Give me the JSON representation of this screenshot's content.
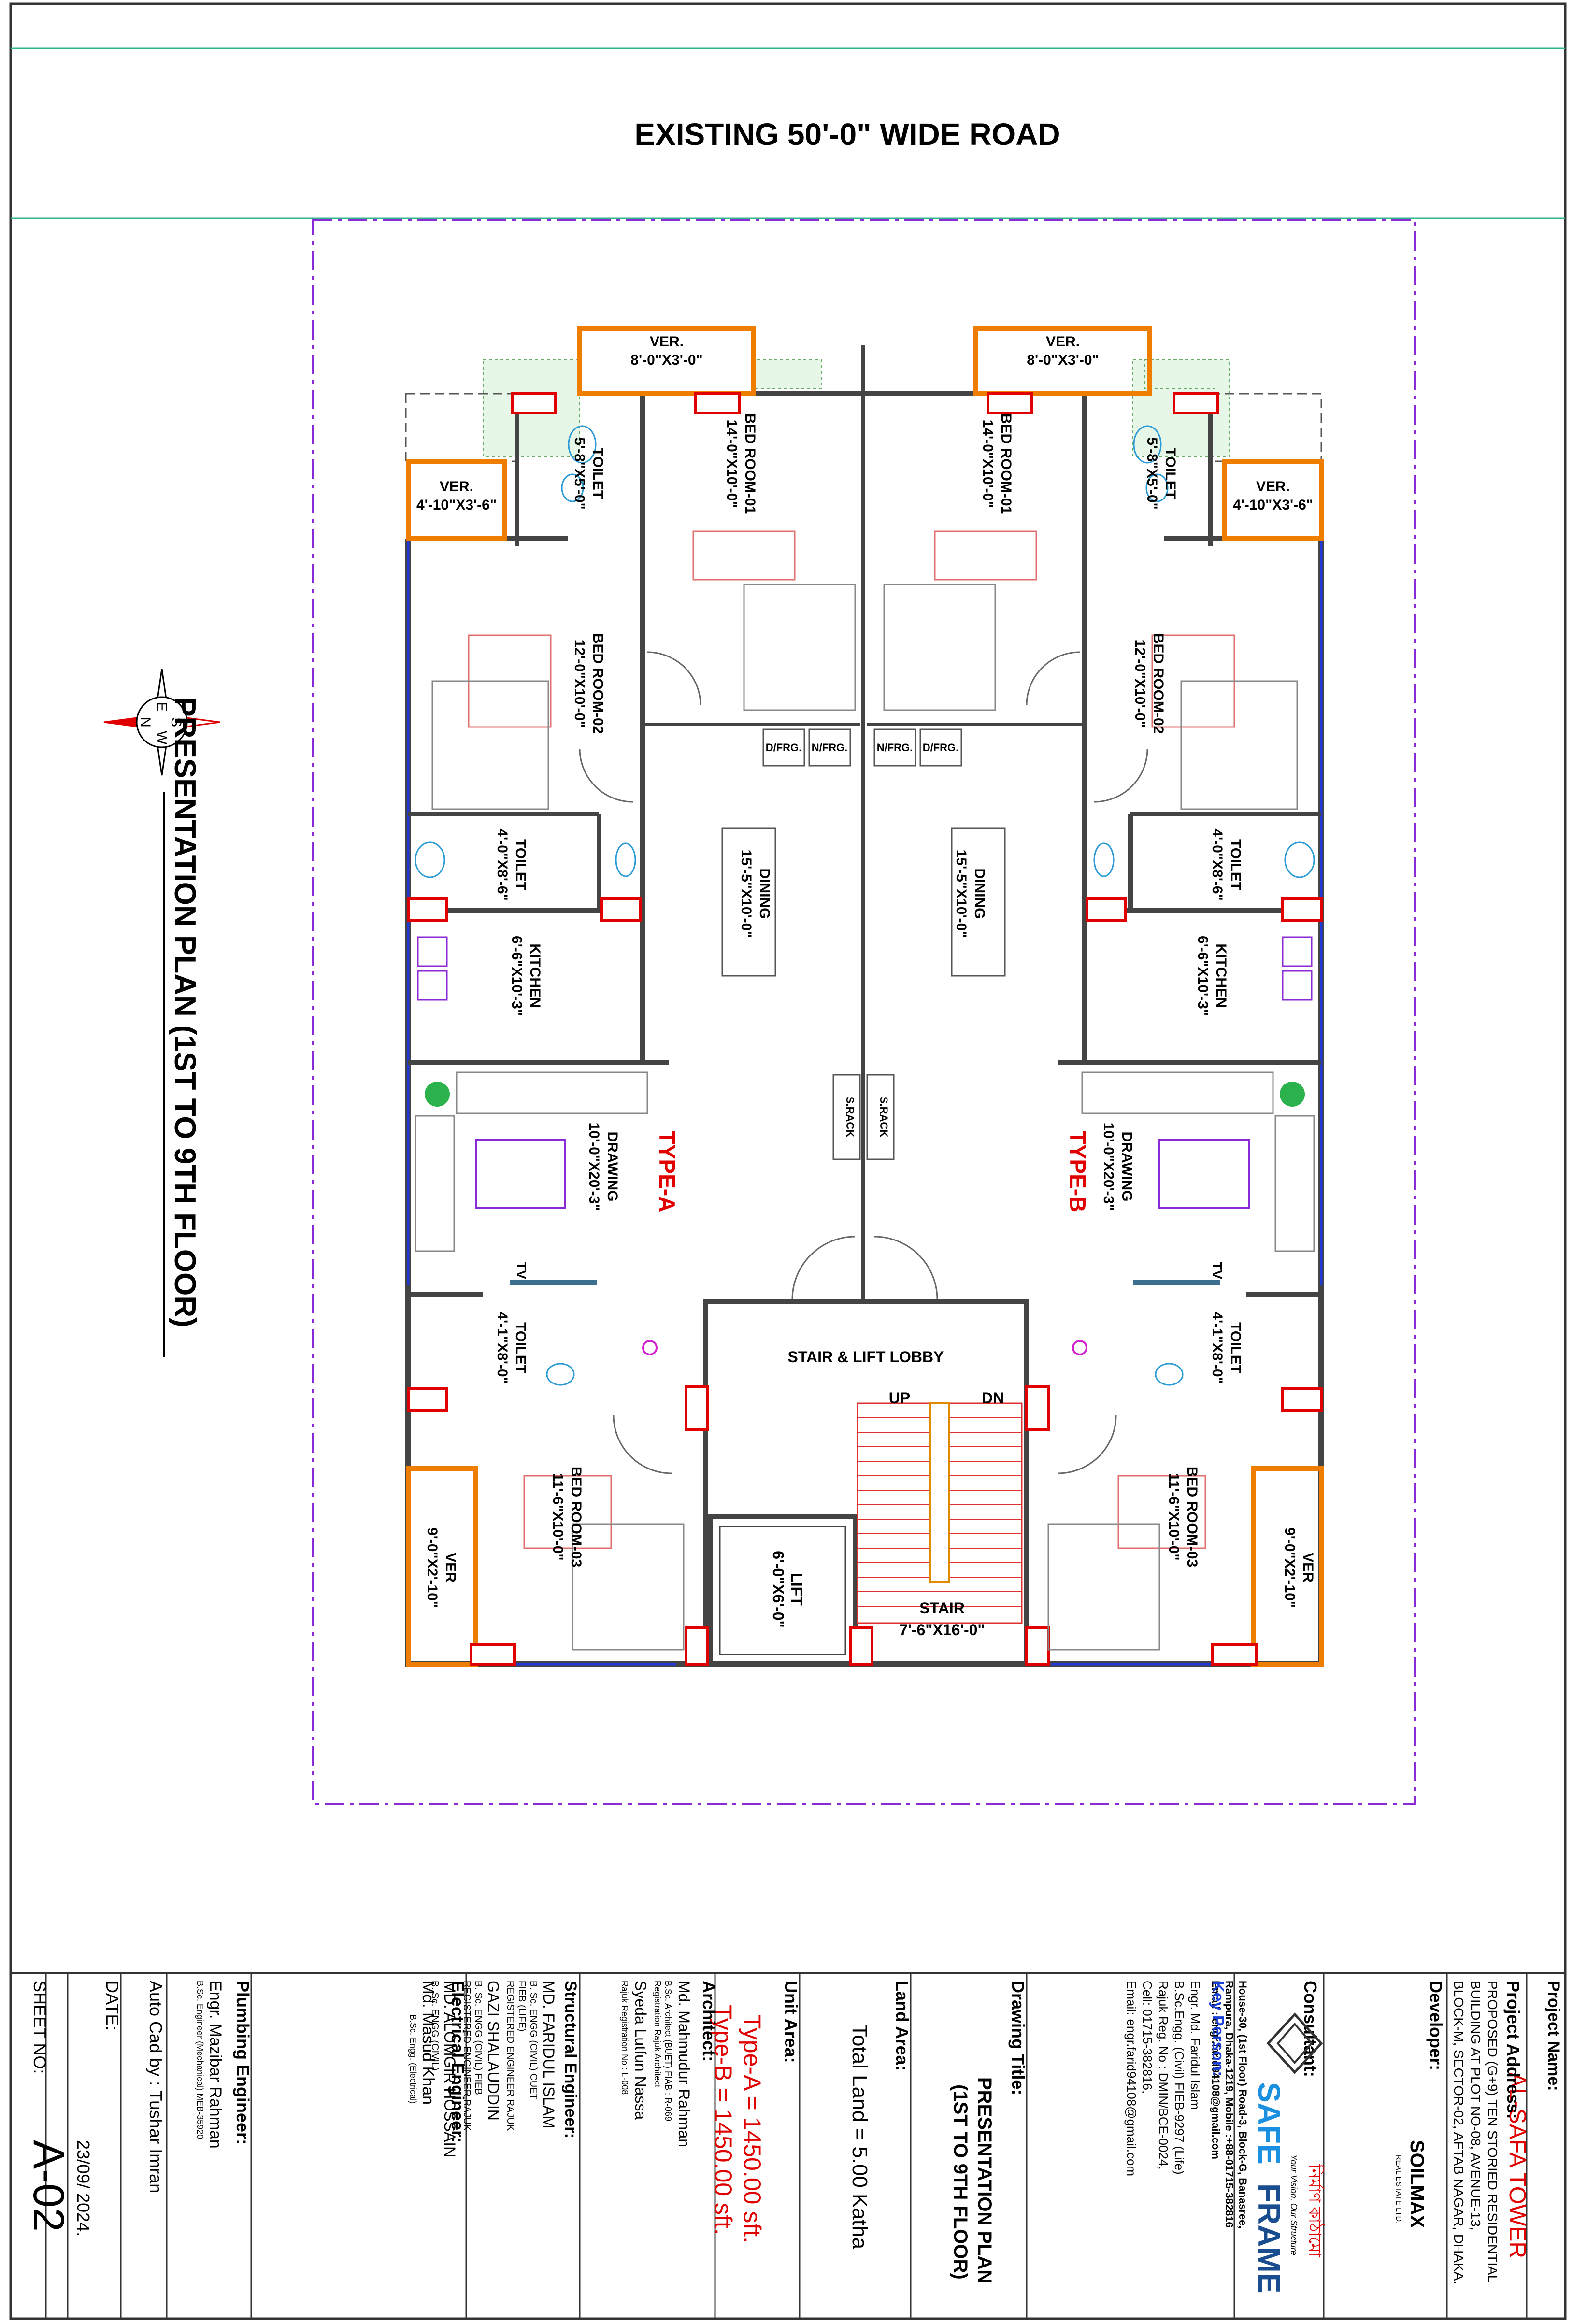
{
  "road": {
    "label": "EXISTING 50'-0\" WIDE ROAD"
  },
  "plan_title": "PRESENTATION PLAN (1ST TO 9TH FLOOR)",
  "compass": {
    "n": "N",
    "s": "S",
    "e": "E",
    "w": "W"
  },
  "unit_a": {
    "type_label": "TYPE-A",
    "rooms": [
      {
        "name": "VER.",
        "dim": "8'-0\"X3'-0\""
      },
      {
        "name": "VER.",
        "dim": "4'-10\"X3'-6\""
      },
      {
        "name": "TOILET",
        "dim": "5'-8\"X5'-0\""
      },
      {
        "name": "BED ROOM-01",
        "dim": "14'-0\"X10'-0\""
      },
      {
        "name": "BED ROOM-02",
        "dim": "12'-0\"X10'-0\""
      },
      {
        "name": "TOILET",
        "dim": "4'-0\"X8'-6\""
      },
      {
        "name": "DINING",
        "dim": "15'-5\"X10'-0\""
      },
      {
        "name": "KITCHEN",
        "dim": "6'-6\"X10'-3\""
      },
      {
        "name": "DRAWING",
        "dim": "10'-0\"X20'-3\""
      },
      {
        "name": "TOILET",
        "dim": "4'-1\"X8'-0\""
      },
      {
        "name": "BED ROOM-03",
        "dim": "11'-6\"X10'-0\""
      },
      {
        "name": "VER",
        "dim": "9'-0\"X2'-10\""
      }
    ],
    "fridges": [
      "D/FRG.",
      "N/FRG."
    ],
    "rack": "S.RACK",
    "tv": "TV"
  },
  "unit_b": {
    "type_label": "TYPE-B",
    "rooms": [
      {
        "name": "VER.",
        "dim": "8'-0\"X3'-0\""
      },
      {
        "name": "VER.",
        "dim": "4'-10\"X3'-6\""
      },
      {
        "name": "TOILET",
        "dim": "5'-8\"X5'-0\""
      },
      {
        "name": "BED ROOM-01",
        "dim": "14'-0\"X10'-0\""
      },
      {
        "name": "BED ROOM-02",
        "dim": "12'-0\"X10'-0\""
      },
      {
        "name": "TOILET",
        "dim": "4'-0\"X8'-6\""
      },
      {
        "name": "DINING",
        "dim": "15'-5\"X10'-0\""
      },
      {
        "name": "KITCHEN",
        "dim": "6'-6\"X10'-3\""
      },
      {
        "name": "DRAWING",
        "dim": "10'-0\"X20'-3\""
      },
      {
        "name": "TOILET",
        "dim": "4'-1\"X8'-0\""
      },
      {
        "name": "BED ROOM-03",
        "dim": "11'-6\"X10'-0\""
      },
      {
        "name": "VER",
        "dim": "9'-0\"X2'-10\""
      }
    ],
    "fridges": [
      "N/FRG.",
      "D/FRG."
    ],
    "rack": "S.RACK",
    "tv": "TV"
  },
  "core": {
    "lobby": "STAIR & LIFT LOBBY",
    "up": "UP",
    "dn": "DN",
    "lift": "LIFT",
    "lift_dim": "6'-0\"X6'-0\"",
    "stair": "STAIR",
    "stair_dim": "7'-6\"X16'-0\""
  },
  "title_block": {
    "project_name_label": "Project Name:",
    "project_name": "AL-SAFA TOWER",
    "project_address_label": "Project Address:",
    "project_address_lines": [
      "PROPOSED (G+9) TEN STORIED RESIDENTIAL",
      "BUILDING AT PLOT NO-08, AVENUE-13,",
      "BLOCK-M, SECTOR-02, AFTAB NAGAR, DHAKA."
    ],
    "developer_label": "Developer:",
    "developer_name": "SOILMAX",
    "developer_sub": "REAL ESTATE LTD.",
    "consultant_label": "Consultant:",
    "consultant_bangla": "নির্মাণ কাঠামো",
    "consultant_tagline": "Your Vision, Our Structure",
    "consultant_logo_word1": "SAFE",
    "consultant_logo_word2": "FRAME",
    "consultant_address_lines": [
      "House-30, (1st Floor) Road-3, Block-G, Banasree,",
      "Rampura, Dhaka-1219, Mobile :+88-01715-382816",
      "Email : engr.farid94108@gmail.com"
    ],
    "key_person_label": "Key Person:",
    "key_person_lines": [
      "Engr. Md. Faridul Islam",
      "B.Sc.Engg. (Civil) FIEB-9297 (Life)",
      "Rajuk Reg. No : DMIN/BCE-0024,",
      "Cell: 01715-382816,",
      "Email: engr.farid94108@gmail.com"
    ],
    "drawing_title_label": "Drawing Title:",
    "drawing_title_lines": [
      "PRESENTATION PLAN",
      "(1ST TO 9TH FLOOR)"
    ],
    "land_area_label": "Land Area:",
    "land_area_value": "Total Land = 5.00 Katha",
    "unit_area_label": "Unit Area:",
    "unit_area_lines": [
      "Type-A = 1450.00 sft.",
      "Type-B = 1450.00 sft."
    ],
    "architect_label": "Architect:",
    "architect_lines": [
      "Md. Mahmudur Rahman",
      "B.Sc. Architect (BUET) FIAB : R-069",
      "Registration Rajuk Architect",
      "Syeda Lutfun Nassa",
      "Rajuk Registration No : L-008"
    ],
    "structural_label": "Structural Engineer:",
    "structural_lines": [
      "MD. FARIDUL ISLAM",
      "B. Sc. ENGG (CIVIL) CUET",
      "FIEB (LIFE)",
      "REGISTERED ENGINEER RAJUK",
      "GAZI SHALAUDDIN",
      "B. Sc. ENGG (CIVIL) FIEB",
      "REGISTERED ENGINEER RAJUK",
      "MD. ALOMGIR HOSSAIN",
      "B. Sc. ENGG (CIVIL)"
    ],
    "electrical_label": "Electrical Engineer:",
    "electrical_lines": [
      "Md. Masud Khan",
      "B.Sc. Engg. (Electrical)"
    ],
    "plumbing_label": "Plumbing Engineer:",
    "plumbing_lines": [
      "Engr. Mazibar Rahman",
      "B.Sc. Engineer (Mechanical) MEB-35920"
    ],
    "autocad": "Auto Cad by : Tushar Imran",
    "date_label": "DATE:",
    "date_value": "23/09/ 2024.",
    "sheet_label": "SHEET NO:",
    "sheet_value": "A-02"
  }
}
